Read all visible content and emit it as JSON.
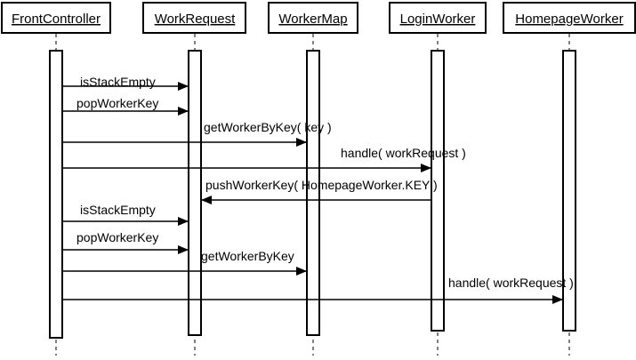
{
  "diagram": {
    "participants": [
      {
        "id": "fc",
        "label": "FrontController"
      },
      {
        "id": "wr",
        "label": "WorkRequest"
      },
      {
        "id": "wm",
        "label": "WorkerMap"
      },
      {
        "id": "lw",
        "label": "LoginWorker"
      },
      {
        "id": "hw",
        "label": "HomepageWorker"
      }
    ],
    "messages": [
      {
        "from": "fc",
        "to": "wr",
        "label": "isStackEmpty"
      },
      {
        "from": "fc",
        "to": "wr",
        "label": "popWorkerKey"
      },
      {
        "from": "fc",
        "to": "wm",
        "label": "getWorkerByKey( key )"
      },
      {
        "from": "fc",
        "to": "lw",
        "label": "handle( workRequest )"
      },
      {
        "from": "lw",
        "to": "wr",
        "label": "pushWorkerKey( HomepageWorker.KEY )"
      },
      {
        "from": "fc",
        "to": "wr",
        "label": "isStackEmpty"
      },
      {
        "from": "fc",
        "to": "wr",
        "label": "popWorkerKey"
      },
      {
        "from": "fc",
        "to": "wm",
        "label": "getWorkerByKey"
      },
      {
        "from": "fc",
        "to": "hw",
        "label": "handle( workRequest )"
      }
    ]
  }
}
